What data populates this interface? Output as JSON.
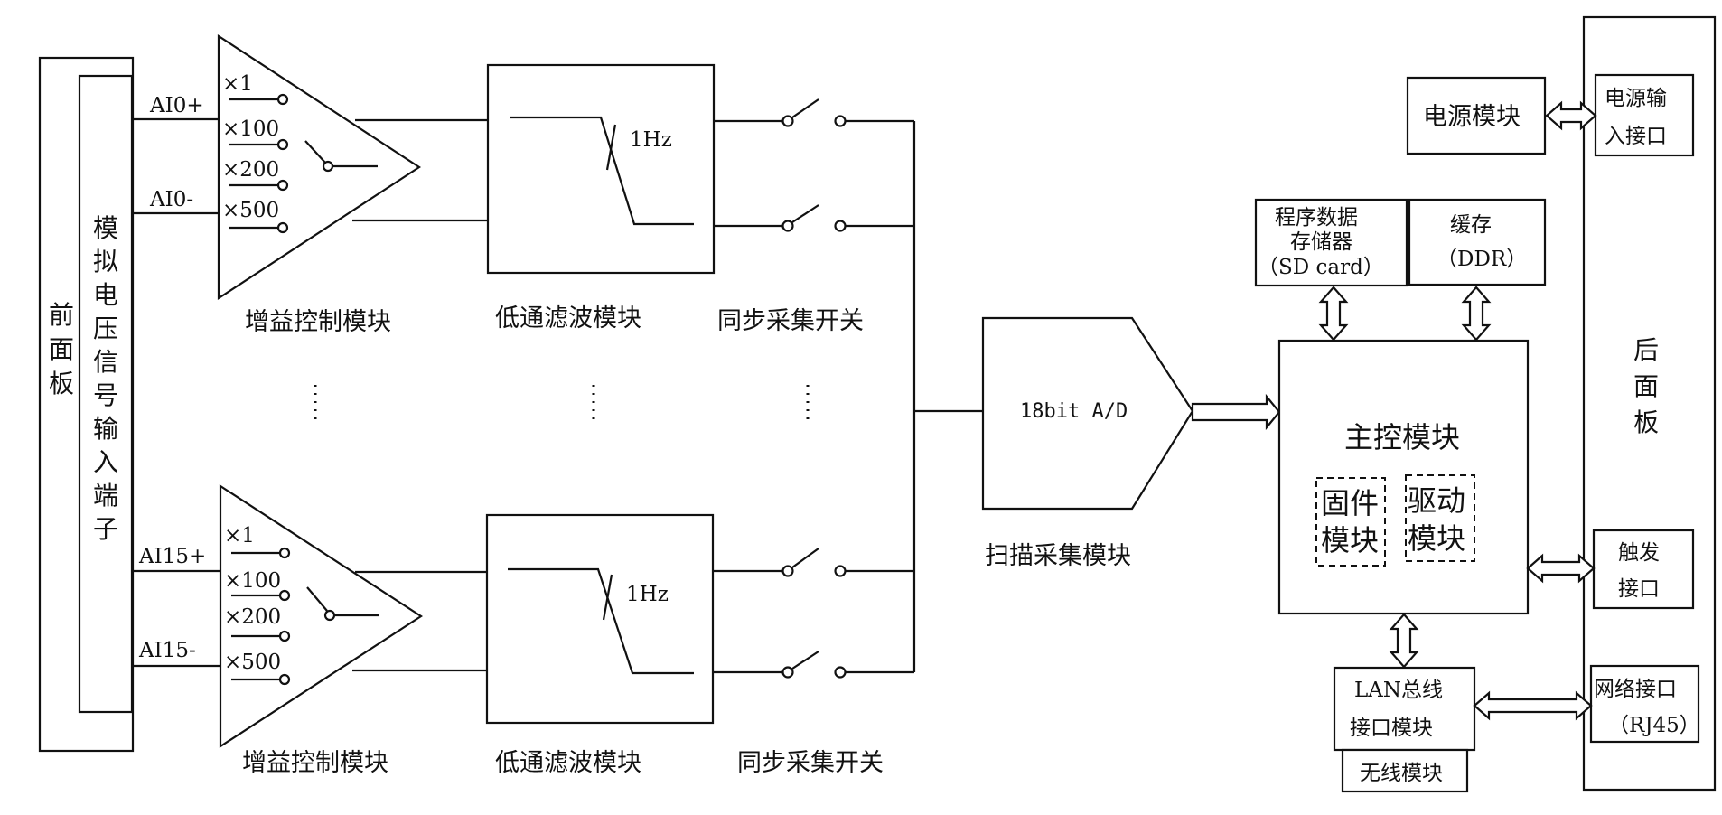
{
  "front_panel": "前面板",
  "analog_input": "模拟电压信号输入端子",
  "channels": [
    {
      "pos": "AI0+",
      "neg": "AI0-"
    },
    {
      "pos": "AI15+",
      "neg": "AI15-"
    }
  ],
  "gains": [
    "×1",
    "×100",
    "×200",
    "×500"
  ],
  "gain_module": "增益控制模块",
  "lowpass_module": "低通滤波模块",
  "cutoff": "1Hz",
  "sync_switch": "同步采集开关",
  "adc": "18bit A/D",
  "scan_module": "扫描采集模块",
  "program_storage": {
    "line1": "程序数据",
    "line2": "存储器",
    "line3": "（SD card）"
  },
  "cache": {
    "line1": "缓存",
    "line2": "（DDR）"
  },
  "main_control": "主控模块",
  "firmware": {
    "line1": "固件",
    "line2": "模块"
  },
  "driver": {
    "line1": "驱动",
    "line2": "模块"
  },
  "power_module": "电源模块",
  "power_input": {
    "line1": "电源输",
    "line2": "入接口"
  },
  "trigger": {
    "line1": "触发",
    "line2": "接口"
  },
  "network": {
    "line1": "网络接口",
    "line2": "（RJ45）"
  },
  "lan": {
    "line1": "LAN总线",
    "line2": "接口模块"
  },
  "wireless": "无线模块",
  "rear_panel": "后面板"
}
